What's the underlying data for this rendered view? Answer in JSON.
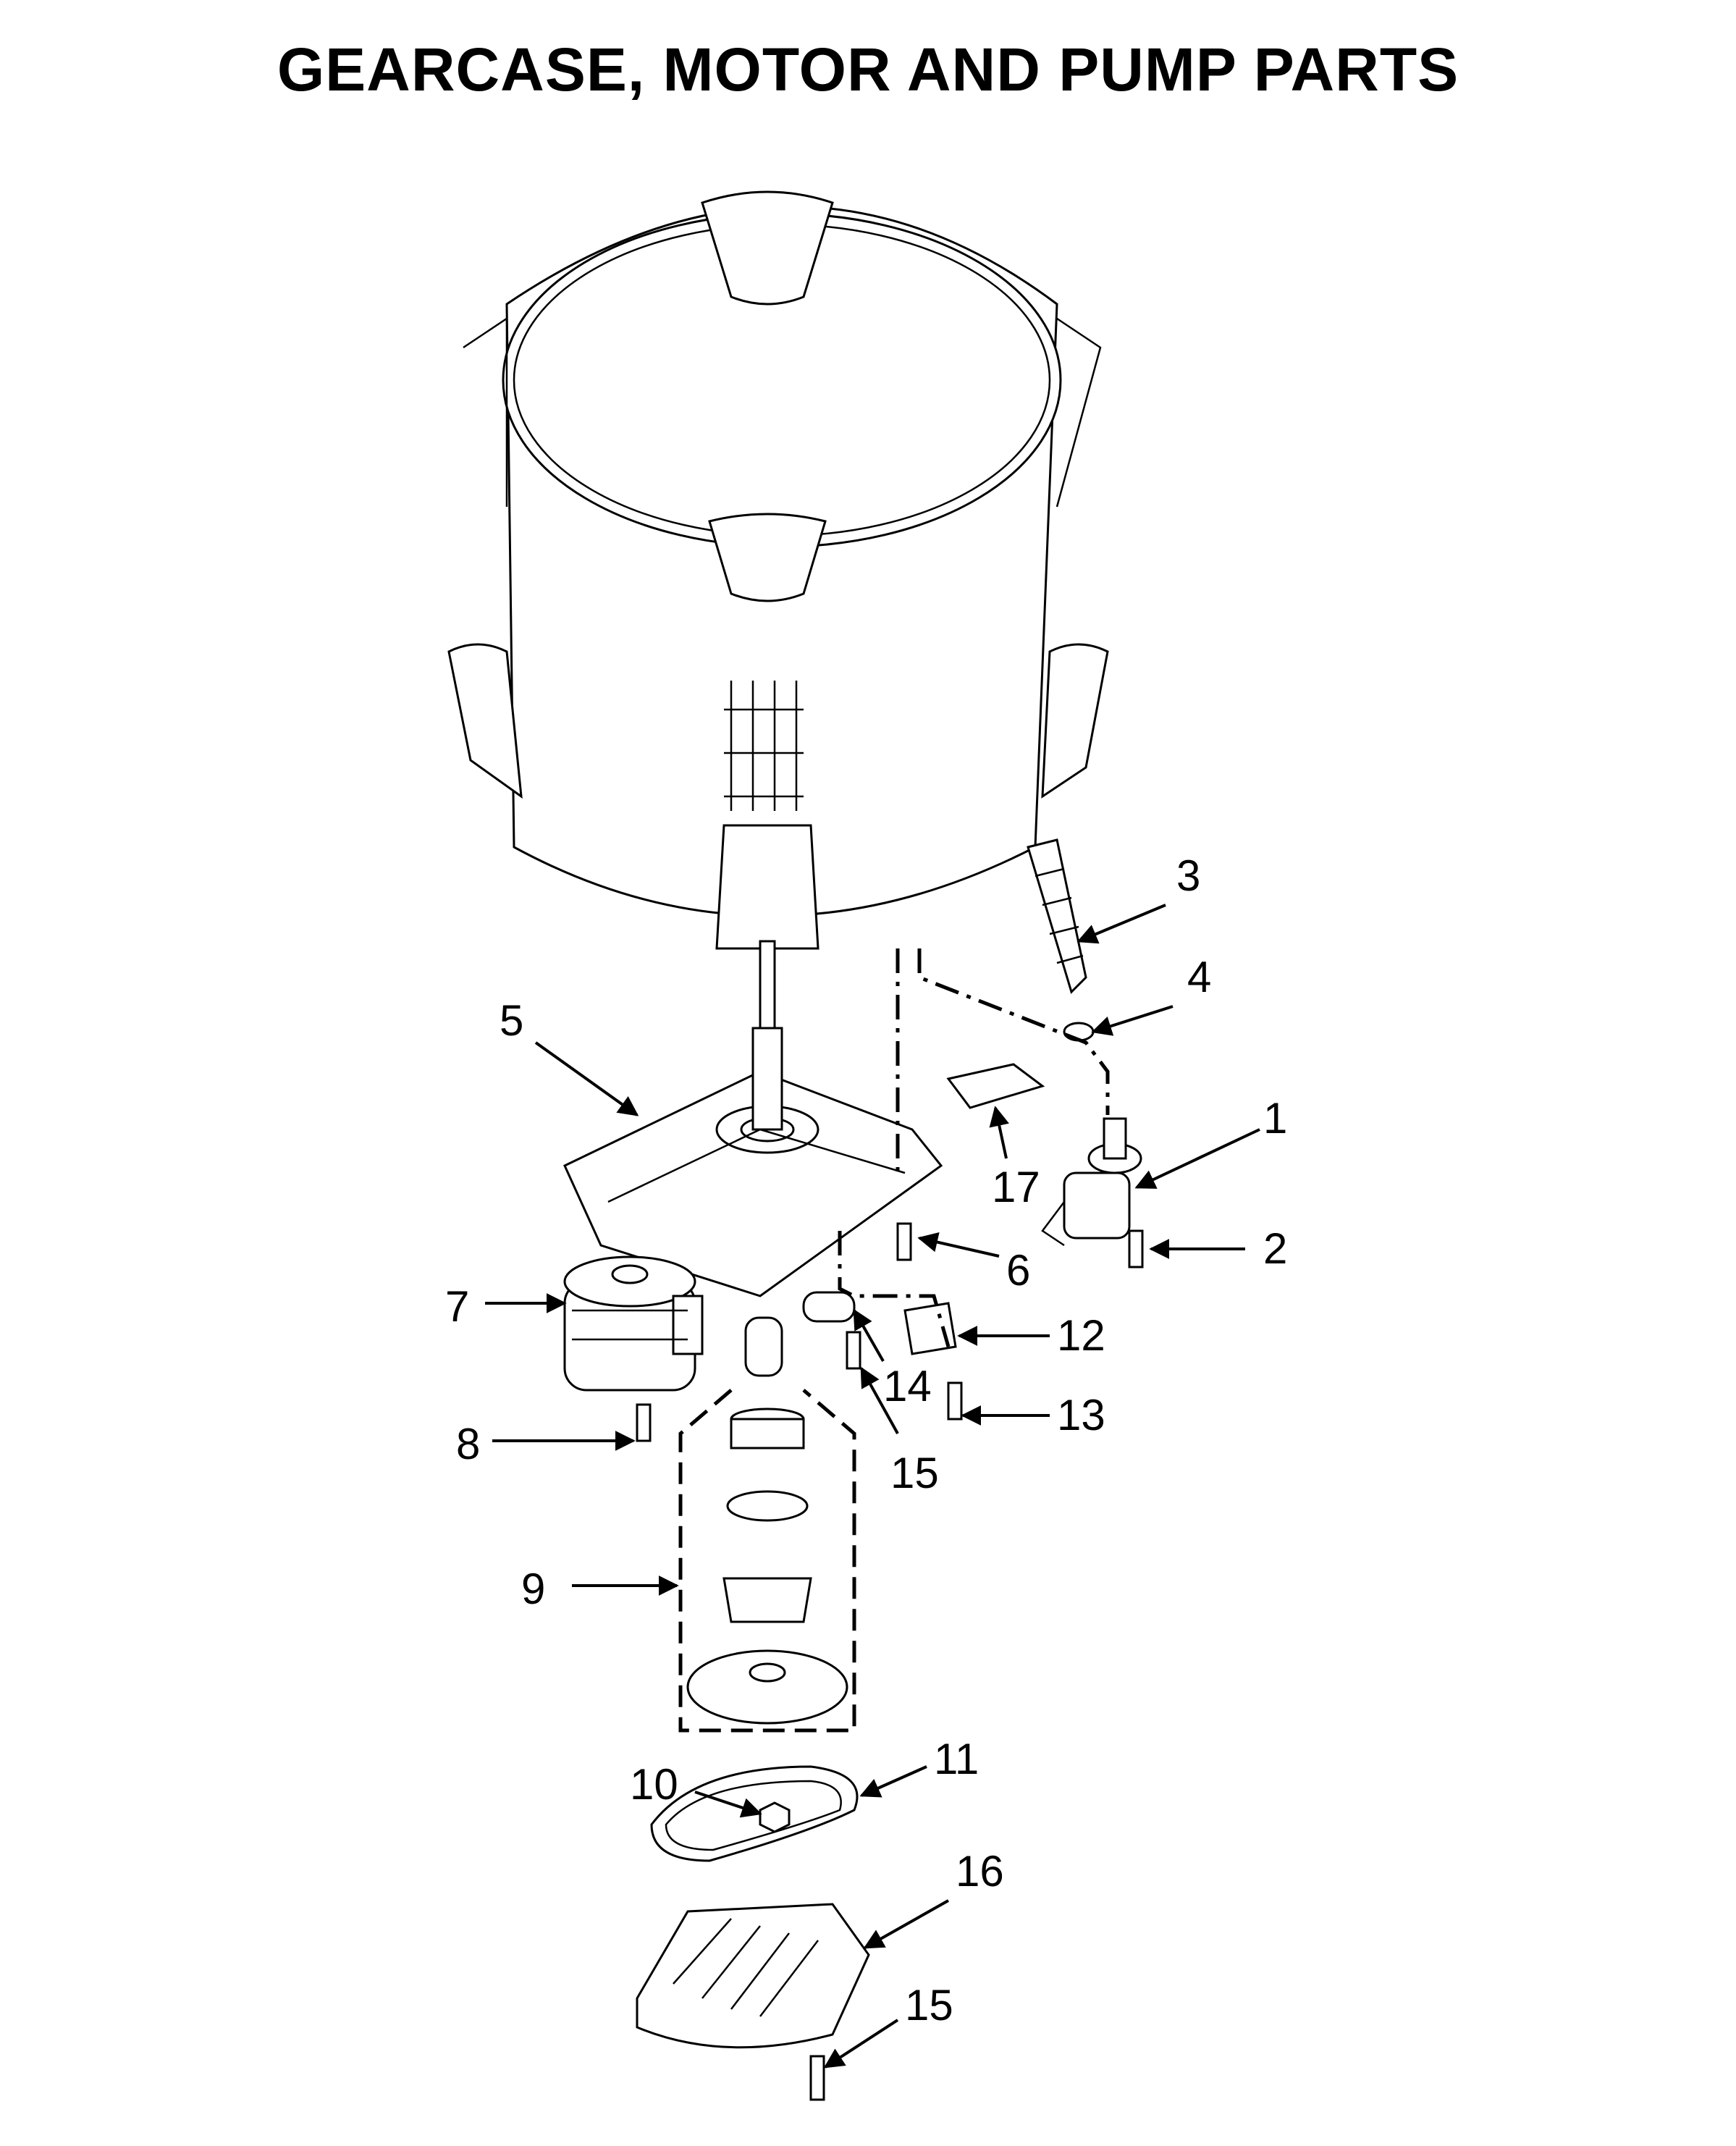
{
  "title": "GEARCASE, MOTOR AND PUMP PARTS",
  "callouts": {
    "c1": "1",
    "c2": "2",
    "c3": "3",
    "c4": "4",
    "c5": "5",
    "c6": "6",
    "c7": "7",
    "c8": "8",
    "c9": "9",
    "c10": "10",
    "c11": "11",
    "c12": "12",
    "c13": "13",
    "c14": "14",
    "c15a": "15",
    "c15b": "15",
    "c16": "16",
    "c17": "17"
  }
}
